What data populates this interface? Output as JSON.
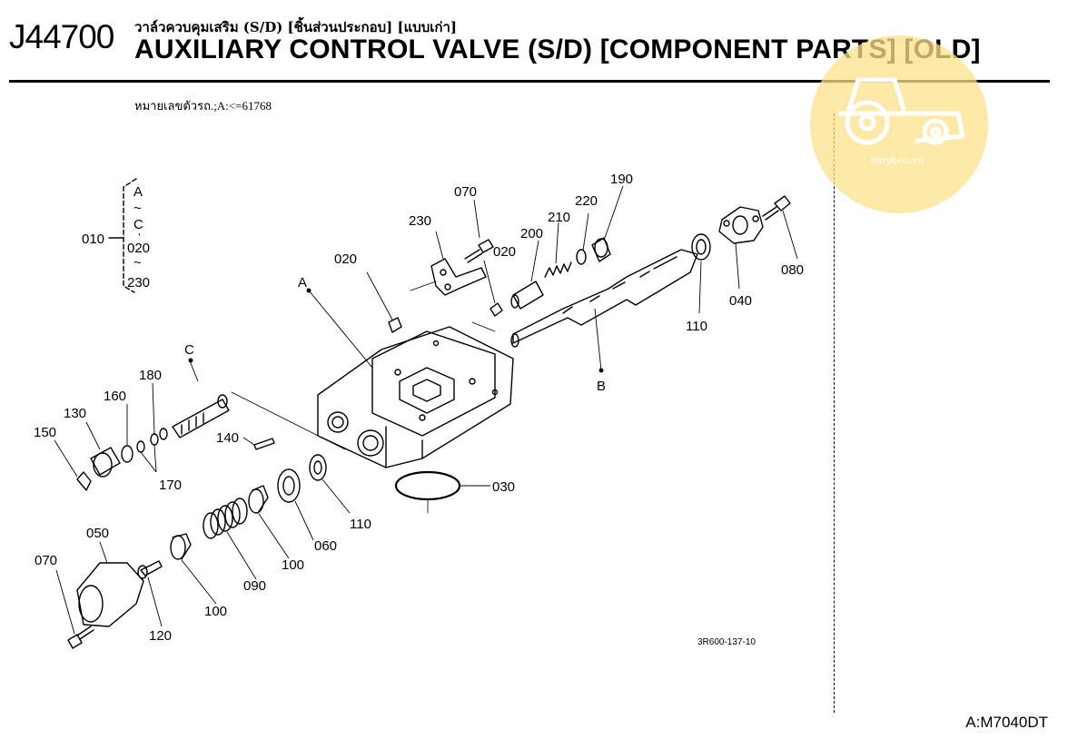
{
  "header": {
    "code": "J44700",
    "title_th": "วาล์วควบคุมเสริม (S/D) [ชิ้นส่วนประกอบ] [แบบเก่า]",
    "title_en": "AUXILIARY CONTROL VALVE (S/D) [COMPONENT PARTS] [OLD]"
  },
  "serial_note": "หมายเลขตัวรถ.;A:<=61768",
  "footer_model": "A:M7040DT",
  "drawing_code": "3R600-137-10",
  "watermark": {
    "text": "maykeo.vn",
    "color": "#fbe28a",
    "icon": "tractor-icon"
  },
  "group_bracket": {
    "label": "010",
    "lines": [
      "A",
      "~",
      "C",
      "·",
      "020",
      "~",
      "230"
    ]
  },
  "parts": {
    "p070a": "070",
    "p230": "230",
    "p020a": "020",
    "p020b": "020",
    "p200": "200",
    "p210": "210",
    "p220": "220",
    "p190": "190",
    "p080": "080",
    "p040": "040",
    "p110a": "110",
    "pA": "A",
    "pB": "B",
    "pC": "C",
    "p180": "180",
    "p160": "160",
    "p130": "130",
    "p150": "150",
    "p170": "170",
    "p140": "140",
    "p030": "030",
    "p110b": "110",
    "p060": "060",
    "p100a": "100",
    "p090": "090",
    "p100b": "100",
    "p050": "050",
    "p070b": "070",
    "p120": "120"
  }
}
